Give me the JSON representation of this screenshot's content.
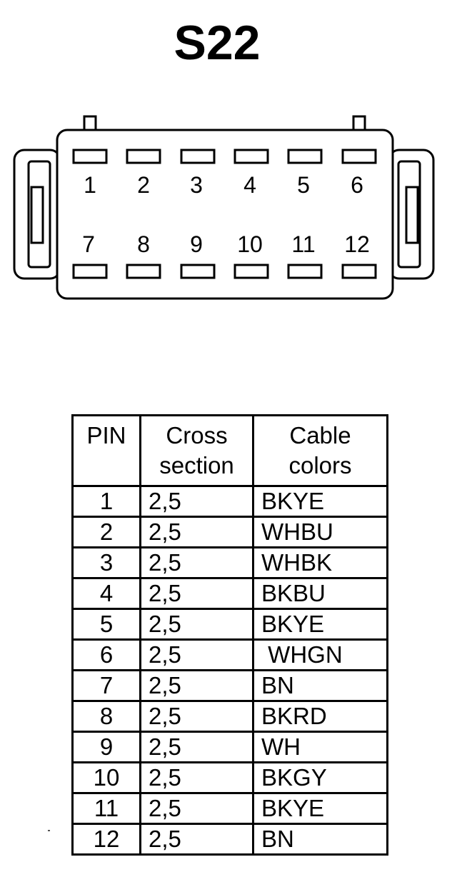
{
  "title": "S22",
  "connector": {
    "top_row_pins": [
      "1",
      "2",
      "3",
      "4",
      "5",
      "6"
    ],
    "bottom_row_pins": [
      "7",
      "8",
      "9",
      "10",
      "11",
      "12"
    ]
  },
  "table": {
    "headers": {
      "pin": "PIN",
      "cross_section_line1": "Cross",
      "cross_section_line2": "section",
      "cable_colors_line1": "Cable",
      "cable_colors_line2": "colors"
    },
    "rows": [
      {
        "pin": "1",
        "cross_section": "2,5",
        "color": "BKYE"
      },
      {
        "pin": "2",
        "cross_section": "2,5",
        "color": "WHBU"
      },
      {
        "pin": "3",
        "cross_section": "2,5",
        "color": "WHBK"
      },
      {
        "pin": "4",
        "cross_section": "2,5",
        "color": "BKBU"
      },
      {
        "pin": "5",
        "cross_section": "2,5",
        "color": "BKYE"
      },
      {
        "pin": "6",
        "cross_section": "2,5",
        "color": " WHGN"
      },
      {
        "pin": "7",
        "cross_section": "2,5",
        "color": "BN"
      },
      {
        "pin": "8",
        "cross_section": "2,5",
        "color": "BKRD"
      },
      {
        "pin": "9",
        "cross_section": "2,5",
        "color": "WH"
      },
      {
        "pin": "10",
        "cross_section": "2,5",
        "color": "BKGY"
      },
      {
        "pin": "11",
        "cross_section": "2,5",
        "color": "BKYE"
      },
      {
        "pin": "12",
        "cross_section": "2,5",
        "color": "BN"
      }
    ]
  }
}
